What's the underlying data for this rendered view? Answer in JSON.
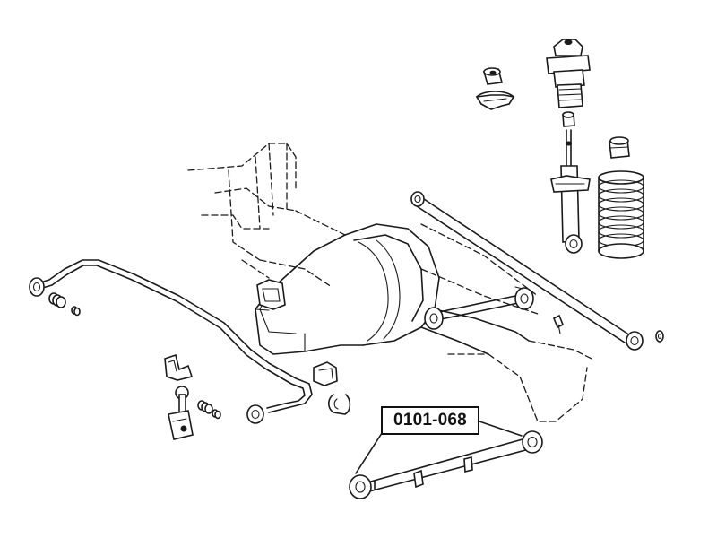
{
  "diagram": {
    "part_number": "0101-068",
    "components": [
      "axle-housing",
      "stabilizer-bar",
      "stabilizer-link",
      "stabilizer-bushing",
      "upper-control-arm",
      "lateral-control-rod",
      "lower-control-arm",
      "shock-absorber",
      "coil-spring",
      "bump-stopper",
      "upper-support-mount"
    ]
  }
}
